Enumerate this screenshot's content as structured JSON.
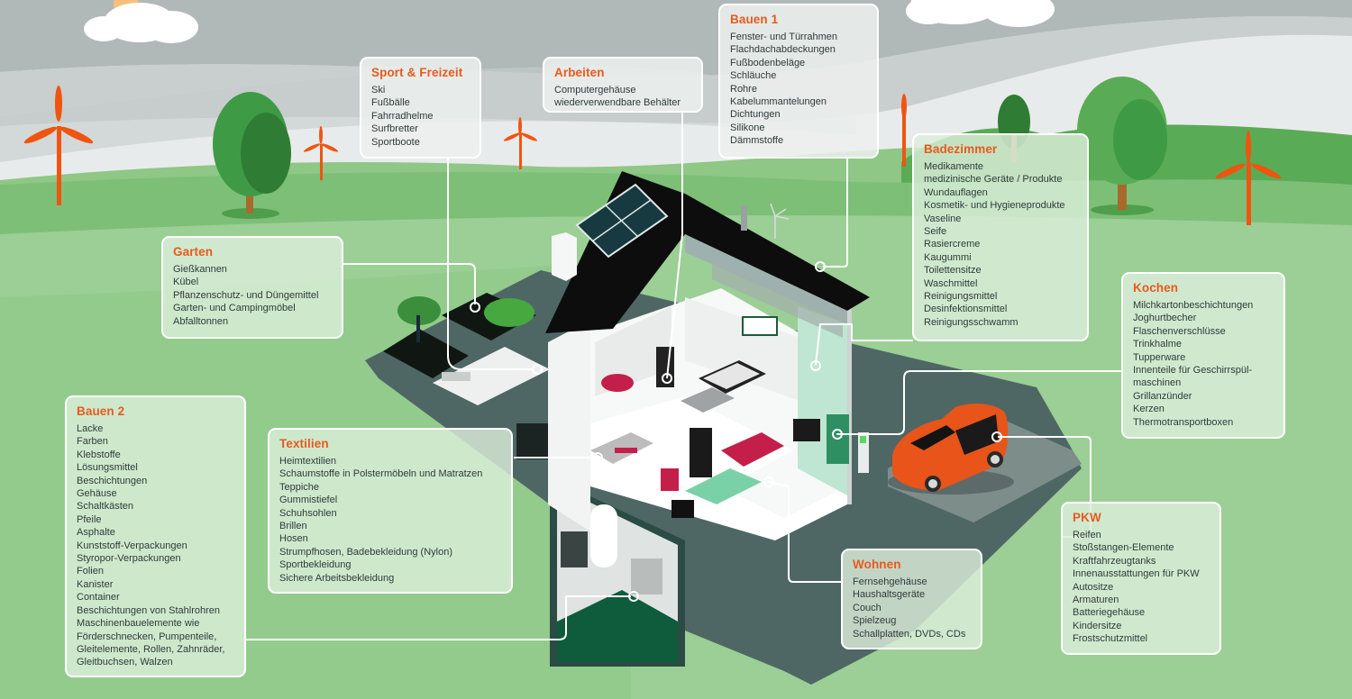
{
  "colors": {
    "heading": "#e85a1c",
    "text": "#2e3b3a",
    "sky_dark": "#b1b8b8",
    "sky_mid": "#c9cfce",
    "sky_light": "#e8ebeb",
    "grass_light": "#9bcf95",
    "grass_mid": "#7fbf78",
    "grass_dark": "#4f9e4c",
    "platform": "#4e6764",
    "turbine": "#f0540f",
    "car": "#e8541a"
  },
  "illustration": {
    "description": "Isometric cutaway house with solar panels, garden, basement and electric car in green landscape with wind turbines"
  },
  "categories": [
    {
      "id": "bauen1",
      "title": "Bauen 1",
      "items": [
        "Fenster- und Türrahmen",
        "Flachdachabdeckungen",
        "Fußbodenbeläge",
        "Schläuche",
        "Rohre",
        "Kabelummantelungen",
        "Dichtungen",
        "Silikone",
        "Dämmstoffe"
      ]
    },
    {
      "id": "sport",
      "title": "Sport & Freizeit",
      "items": [
        "Ski",
        "Fußbälle",
        "Fahrradhelme",
        "Surfbretter",
        "Sportboote"
      ]
    },
    {
      "id": "arbeiten",
      "title": "Arbeiten",
      "items": [
        "Computergehäuse",
        "wiederverwendbare Behälter"
      ]
    },
    {
      "id": "badezimmer",
      "title": "Badezimmer",
      "items": [
        "Medikamente",
        "medizinische Geräte / Produkte",
        "Wundauflagen",
        "Kosmetik- und Hygieneprodukte",
        "Vaseline",
        "Seife",
        "Rasiercreme",
        "Kaugummi",
        "Toilettensitze",
        "Waschmittel",
        "Reinigungsmittel",
        "Desinfektionsmittel",
        "Reinigungsschwamm"
      ]
    },
    {
      "id": "garten",
      "title": "Garten",
      "items": [
        "Gießkannen",
        "Kübel",
        "Pflanzenschutz- und Düngemittel",
        "Garten- und Campingmöbel",
        "Abfalltonnen"
      ]
    },
    {
      "id": "kochen",
      "title": "Kochen",
      "items": [
        "Milchkartonbeschichtungen",
        "Joghurtbecher",
        "Flaschenverschlüsse",
        "Trinkhalme",
        "Tupperware",
        "Innenteile für Geschirrspül-",
        "maschinen",
        "Grillanzünder",
        "Kerzen",
        "Thermotransportboxen"
      ]
    },
    {
      "id": "bauen2",
      "title": "Bauen 2",
      "items": [
        "Lacke",
        "Farben",
        "Klebstoffe",
        "Lösungsmittel",
        "Beschichtungen",
        "Gehäuse",
        "Schaltkästen",
        "Pfeile",
        "Asphalte",
        "Kunststoff-Verpackungen",
        "Styropor-Verpackungen",
        "Folien",
        "Kanister",
        "Container",
        "Beschichtungen von Stahlrohren",
        "Maschinenbauelemente wie",
        "Förderschnecken, Pumpenteile,",
        "Gleitelemente, Rollen, Zahnräder,",
        "Gleitbuchsen, Walzen"
      ]
    },
    {
      "id": "textilien",
      "title": "Textilien",
      "items": [
        "Heimtextilien",
        "Schaumstoffe in Polstermöbeln und Matratzen",
        "Teppiche",
        "Gummistiefel",
        "Schuhsohlen",
        "Brillen",
        "Hosen",
        "Strumpfhosen, Badebekleidung (Nylon)",
        "Sportbekleidung",
        "Sichere Arbeitsbekleidung"
      ]
    },
    {
      "id": "wohnen",
      "title": "Wohnen",
      "items": [
        "Fernsehgehäuse",
        "Haushaltsgeräte",
        "Couch",
        "Spielzeug",
        "Schallplatten, DVDs, CDs"
      ]
    },
    {
      "id": "pkw",
      "title": "PKW",
      "items": [
        "Reifen",
        "Stoßstangen-Elemente",
        "Kraftfahrzeugtanks",
        "Innenausstattungen für PKW",
        "Autositze",
        "Armaturen",
        "Batteriegehäuse",
        "Kindersitze",
        "Frostschutzmittel"
      ]
    }
  ]
}
